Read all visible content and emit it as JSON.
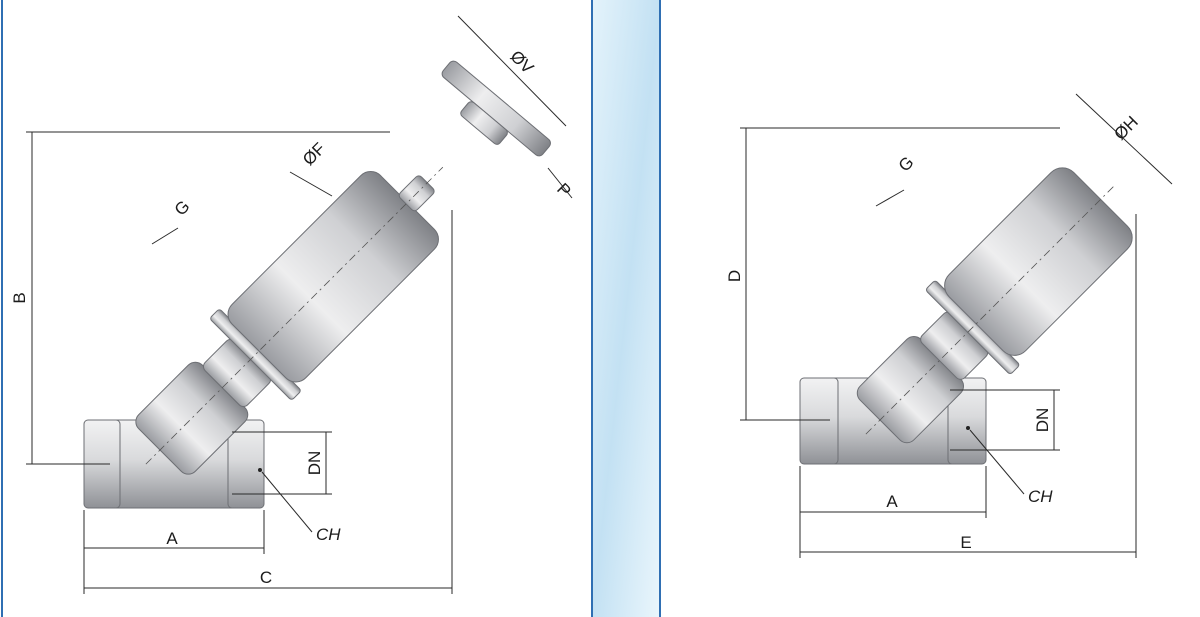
{
  "colors": {
    "frame": "#2f6fb3",
    "strip": "#cfe8f6",
    "metal_light": "#e9e9ea",
    "metal_dark": "#8d8f94"
  },
  "left_view": {
    "labels": {
      "a": "A",
      "b": "B",
      "c": "C",
      "dn": "DN",
      "ch": "CH",
      "g": "G",
      "f": "ØF",
      "v": "ØV",
      "p": "P"
    }
  },
  "right_view": {
    "labels": {
      "a": "A",
      "d": "D",
      "e": "E",
      "dn": "DN",
      "ch": "CH",
      "g": "G",
      "h": "ØH"
    }
  }
}
